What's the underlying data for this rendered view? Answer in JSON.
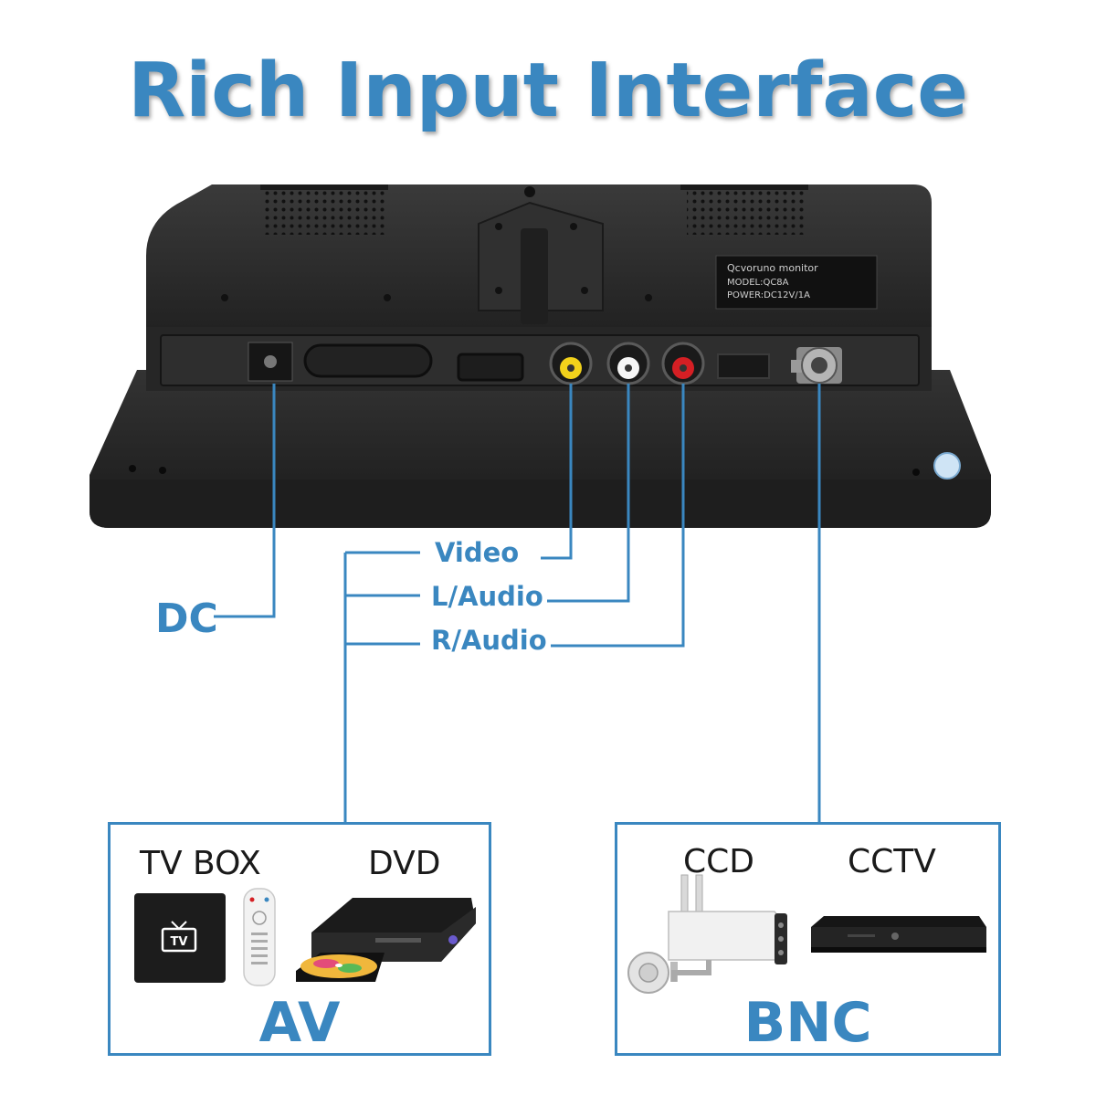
{
  "title": "Rich Input Interface",
  "monitor": {
    "label_line1": "Qcvoruno monitor",
    "label_line2": "MODEL:QC8A",
    "label_line3": "POWER:DC12V/1A"
  },
  "connectors": {
    "dc": "DC",
    "video": "Video",
    "l_audio": "L/Audio",
    "r_audio": "R/Audio"
  },
  "av_box": {
    "device1": "TV BOX",
    "device2": "DVD",
    "tv_icon_text": "TV",
    "type": "AV"
  },
  "bnc_box": {
    "device1": "CCD",
    "device2": "CCTV",
    "type": "BNC"
  },
  "colors": {
    "accent": "#3a87c0",
    "monitor": "#2a2a2a"
  }
}
